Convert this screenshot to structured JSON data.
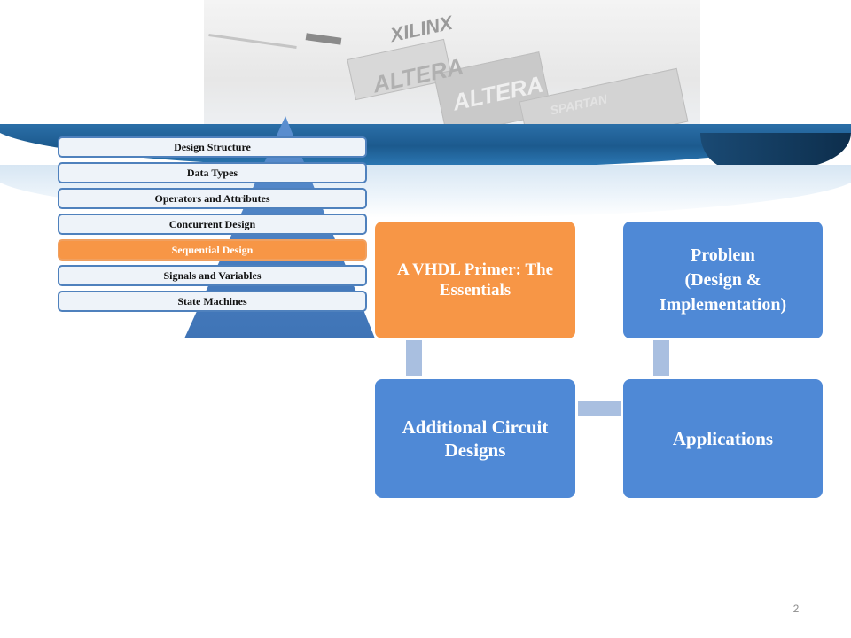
{
  "pyramid": {
    "layers": [
      {
        "label": "Design Structure",
        "active": false
      },
      {
        "label": "Data Types",
        "active": false
      },
      {
        "label": "Operators and Attributes",
        "active": false
      },
      {
        "label": "Concurrent Design",
        "active": false
      },
      {
        "label": "Sequential Design",
        "active": true
      },
      {
        "label": "Signals and Variables",
        "active": false
      },
      {
        "label": "State Machines",
        "active": false
      }
    ]
  },
  "cycle": {
    "primer": "A VHDL Primer: The Essentials",
    "problem_title": "Problem",
    "problem_subtitle": "(Design & Implementation)",
    "additional": "Additional Circuit Designs",
    "applications": "Applications"
  },
  "banner": {
    "logo_text_1": "XILINX",
    "logo_text_2": "ALTERA",
    "logo_text_3": "ALTERA",
    "logo_text_4": "SPARTAN"
  },
  "footer": {
    "page_number": "2"
  },
  "colors": {
    "accent_orange": "#f79646",
    "accent_blue": "#4f89d6",
    "pyramid_blue": "#4f81bd",
    "connector": "#a9bfe0"
  }
}
